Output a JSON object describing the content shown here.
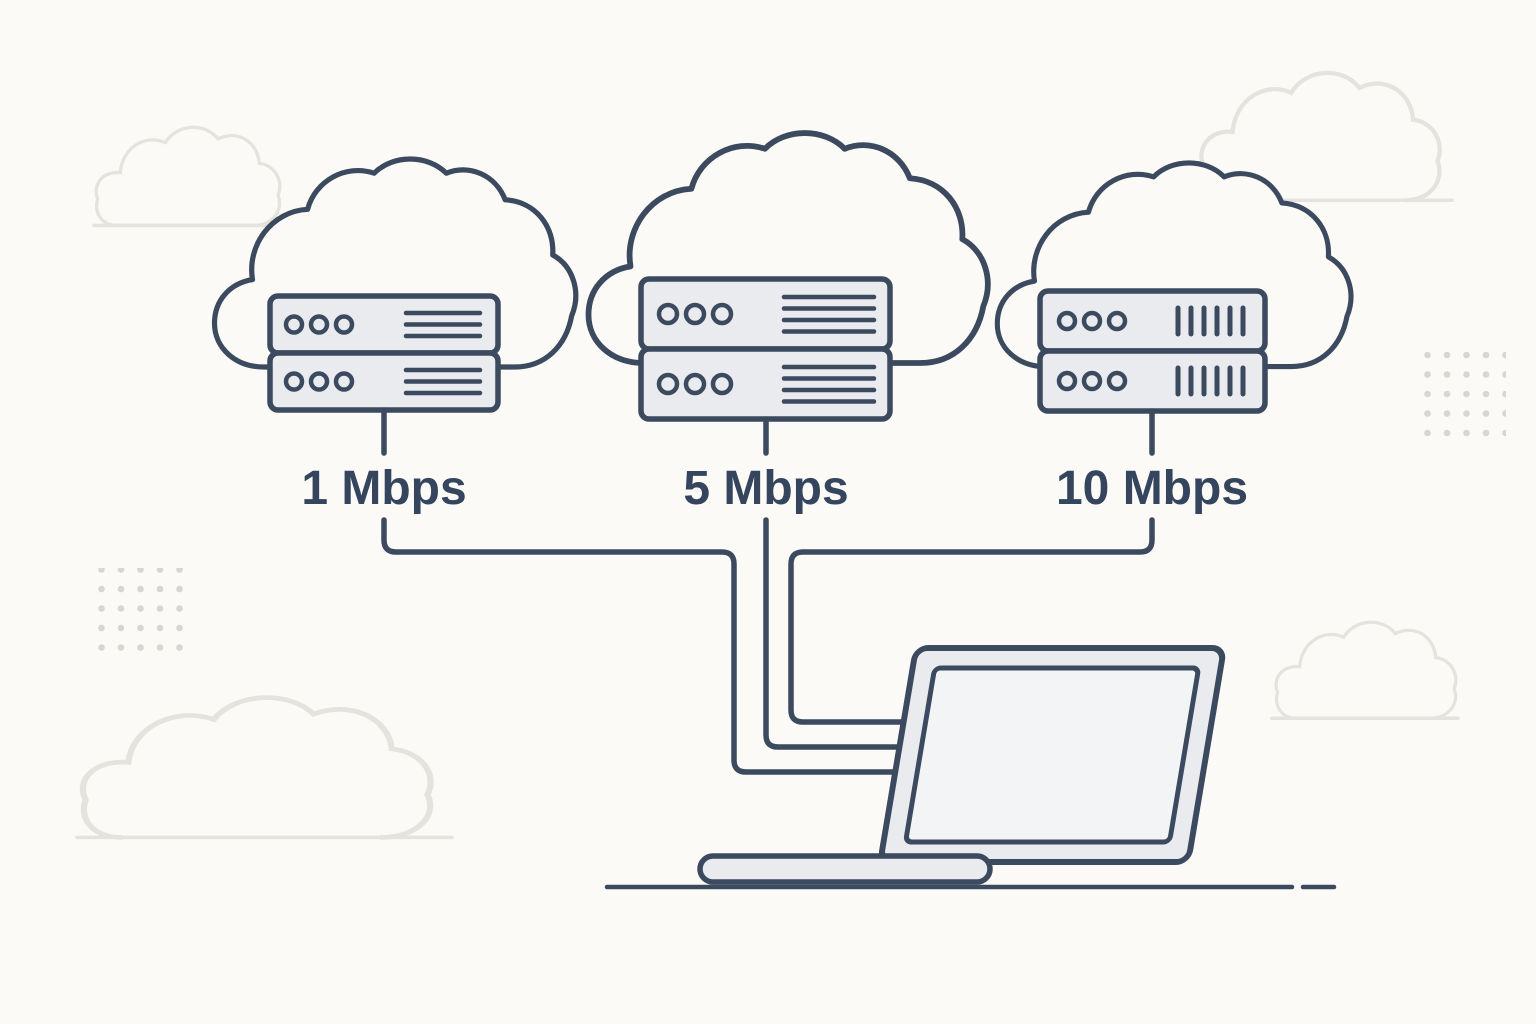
{
  "nodes": [
    {
      "id": "server-1",
      "label": "1 Mbps"
    },
    {
      "id": "server-2",
      "label": "5 Mbps"
    },
    {
      "id": "server-3",
      "label": "10 Mbps"
    }
  ],
  "colors": {
    "bg": "#fbfaf6",
    "ink": "#3b4a5e",
    "panel": "#e9ebee",
    "screen": "#f3f4f5",
    "decor": "#e4e3dd",
    "dots": "#d8d6cf",
    "text": "#35455e"
  }
}
